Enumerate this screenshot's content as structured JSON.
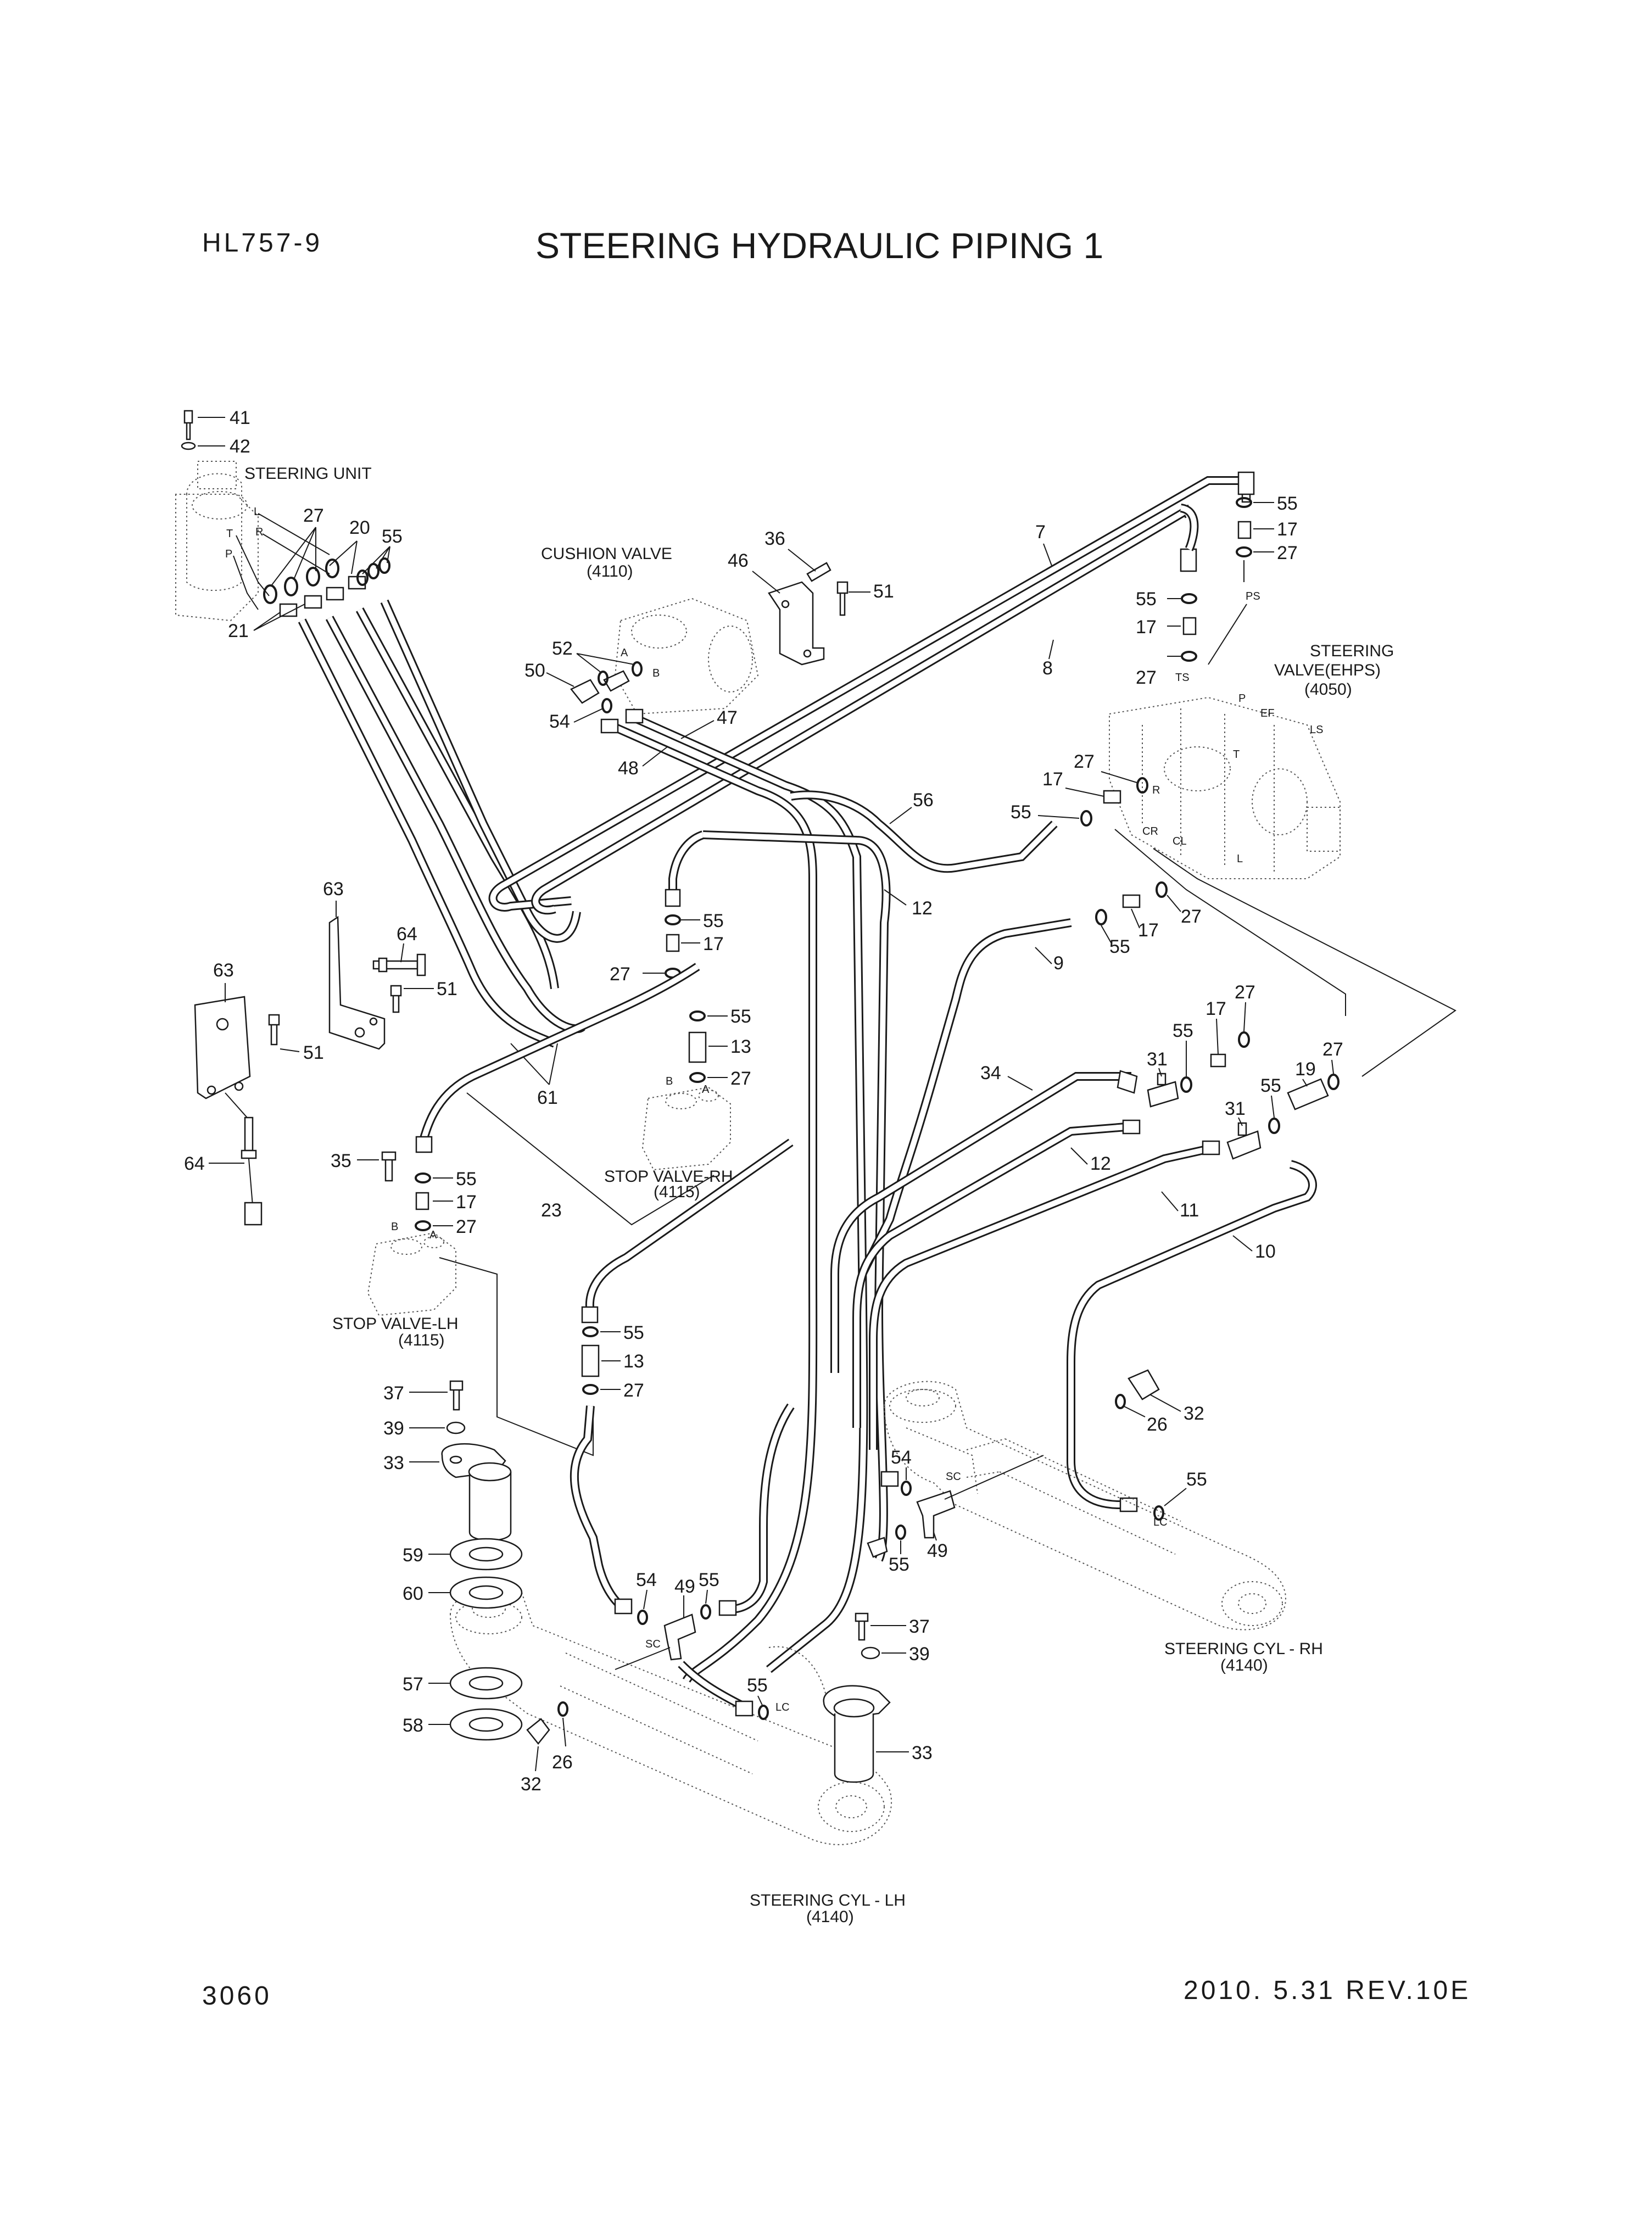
{
  "header": {
    "model": "HL757-9",
    "title": "STEERING HYDRAULIC PIPING 1",
    "page": "3060",
    "revision": "2010. 5.31  REV.10E"
  },
  "components": {
    "steering_unit": "STEERING UNIT",
    "cushion_valve": {
      "name": "CUSHION VALVE",
      "code": "(4110)"
    },
    "steering_valve": {
      "name_line1": "STEERING",
      "name_line2": "VALVE(EHPS)",
      "code": "(4050)"
    },
    "stop_valve_rh": {
      "name": "STOP VALVE-RH",
      "code": "(4115)"
    },
    "stop_valve_lh": {
      "name": "STOP VALVE-LH",
      "code": "(4115)"
    },
    "steering_cyl_rh": {
      "name": "STEERING CYL - RH",
      "code": "(4140)"
    },
    "steering_cyl_lh": {
      "name": "STEERING CYL - LH",
      "code": "(4140)"
    }
  },
  "port_letters": {
    "unit_L": "L",
    "unit_R": "R",
    "unit_T": "T",
    "unit_P": "P",
    "cushion_A": "A",
    "cushion_B": "B",
    "valve_PS": "PS",
    "valve_TS": "TS",
    "valve_P": "P",
    "valve_EF": "EF",
    "valve_LS": "LS",
    "valve_T": "T",
    "valve_R": "R",
    "valve_CR": "CR",
    "valve_CL": "CL",
    "valve_L": "L",
    "stoprh_B": "B",
    "stoprh_A": "A",
    "stoplh_B": "B",
    "stoplh_A": "A",
    "cylrh_SC": "SC",
    "cylrh_LC": "LC",
    "cyllh_SC": "SC",
    "cyllh_LC": "LC"
  },
  "callouts": {
    "c41": "41",
    "c42": "42",
    "c27a": "27",
    "c20": "20",
    "c55a": "55",
    "c21": "21",
    "c36": "36",
    "c46": "46",
    "c51a": "51",
    "c7": "7",
    "c55b": "55",
    "c17a": "17",
    "c27b": "27",
    "c55c": "55",
    "c17b": "17",
    "c8": "8",
    "c27c": "27",
    "c52": "52",
    "c50": "50",
    "c54a": "54",
    "c47": "47",
    "c48": "48",
    "c56": "56",
    "c27d": "27",
    "c17c": "17",
    "c55d": "55",
    "c12a": "12",
    "c55e": "55",
    "c17d": "17",
    "c27e": "27",
    "c55f": "55",
    "c17e": "17",
    "c27f": "27",
    "c9": "9",
    "c63a": "63",
    "c64a": "64",
    "c51b": "51",
    "c63b": "63",
    "c51c": "51",
    "c55g": "55",
    "c13a": "13",
    "c27g": "27",
    "c61": "61",
    "c64b": "64",
    "c35": "35",
    "c55h": "55",
    "c17f": "17",
    "c27h": "27",
    "c23": "23",
    "c34": "34",
    "c31a": "31",
    "c55i": "55",
    "c17g": "17",
    "c27i": "27",
    "c19": "19",
    "c31b": "31",
    "c55j": "55",
    "c12b": "12",
    "c11": "11",
    "c10": "10",
    "c55k": "55",
    "c13b": "13",
    "c27j": "27",
    "c37a": "37",
    "c39a": "39",
    "c33a": "33",
    "c59": "59",
    "c60": "60",
    "c57": "57",
    "c58": "58",
    "c32a": "32",
    "c26a": "26",
    "c54b": "54",
    "c49a": "49",
    "c55l": "55",
    "c54c": "54",
    "c55m": "55",
    "c49b": "49",
    "c32b": "32",
    "c26b": "26",
    "c55n": "55",
    "c55o": "55",
    "c37b": "37",
    "c39b": "39",
    "c33b": "33"
  }
}
